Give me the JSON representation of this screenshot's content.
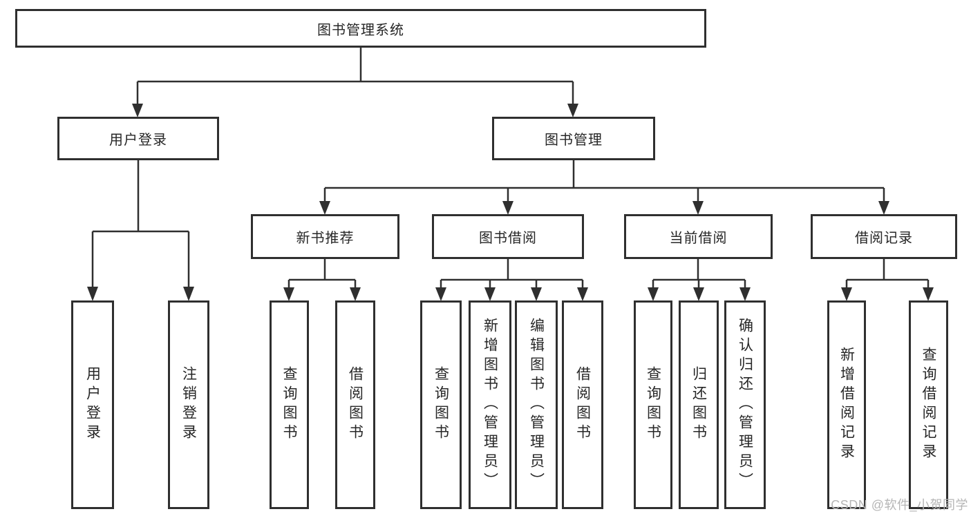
{
  "diagram_type": "hierarchy-tree",
  "tree": {
    "root": {
      "label": "图书管理系统"
    },
    "branches": [
      {
        "label": "用户登录",
        "children": [
          {
            "label": "用户登录"
          },
          {
            "label": "注销登录"
          }
        ]
      },
      {
        "label": "图书管理",
        "children": [
          {
            "label": "新书推荐",
            "children": [
              {
                "label": "查询图书"
              },
              {
                "label": "借阅图书"
              }
            ]
          },
          {
            "label": "图书借阅",
            "children": [
              {
                "label": "查询图书"
              },
              {
                "label": "新增图书（管理员）"
              },
              {
                "label": "编辑图书（管理员）"
              },
              {
                "label": "借阅图书"
              }
            ]
          },
          {
            "label": "当前借阅",
            "children": [
              {
                "label": "查询图书"
              },
              {
                "label": "归还图书"
              },
              {
                "label": "确认归还（管理员）"
              }
            ]
          },
          {
            "label": "借阅记录",
            "children": [
              {
                "label": "新增借阅记录"
              },
              {
                "label": "查询借阅记录"
              }
            ]
          }
        ]
      }
    ]
  },
  "watermark": "CSDN @软件_小贺同学",
  "colors": {
    "background": "#ffffff",
    "box_border": "#2f2f2f",
    "line": "#2f2f2f",
    "text": "#262626",
    "watermark": "#b5b5b5"
  }
}
